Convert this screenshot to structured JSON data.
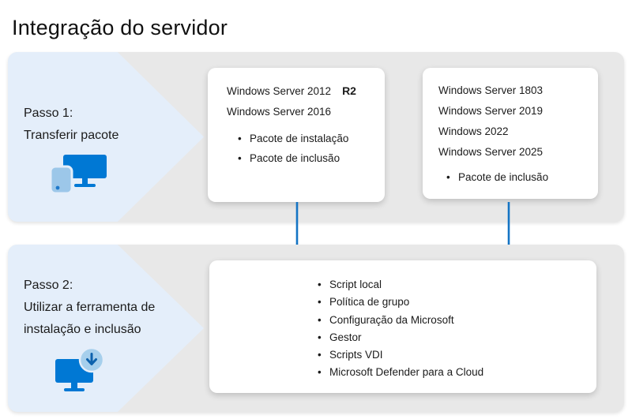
{
  "title": "Integração do servidor",
  "colors": {
    "brand_blue": "#0078d4",
    "light_blue": "#9cc7e9",
    "arrow_blue": "#1474c4",
    "row_background": "#e8e8e8",
    "step_chevron_background": "#e4eefa",
    "card_background": "#ffffff",
    "text": "#1b1b1b"
  },
  "icons": {
    "step1": "monitor-and-phone-icon",
    "step2": "monitor-download-icon",
    "connectors": "down-arrow-icon"
  },
  "steps": [
    {
      "name": "Passo 1:",
      "lines": [
        "Transferir pacote"
      ]
    },
    {
      "name": "Passo 2:",
      "lines": [
        "Utilizar a ferramenta de",
        "instalação e inclusão"
      ]
    }
  ],
  "package_boxes": [
    {
      "lines": [
        "Windows Server 2012",
        "Windows Server 2016"
      ],
      "line0_bold_suffix": "R2",
      "bullets": [
        "Pacote de instalação",
        "Pacote de inclusão"
      ]
    },
    {
      "lines": [
        "Windows Server 1803",
        "Windows Server 2019",
        "Windows 2022",
        "Windows Server 2025"
      ],
      "bullets": [
        "Pacote de inclusão"
      ]
    }
  ],
  "tools_box": {
    "bullets": [
      "Script local",
      "Política de grupo",
      "Configuração da Microsoft",
      "Gestor",
      "Scripts VDI",
      "Microsoft Defender para a Cloud"
    ]
  }
}
